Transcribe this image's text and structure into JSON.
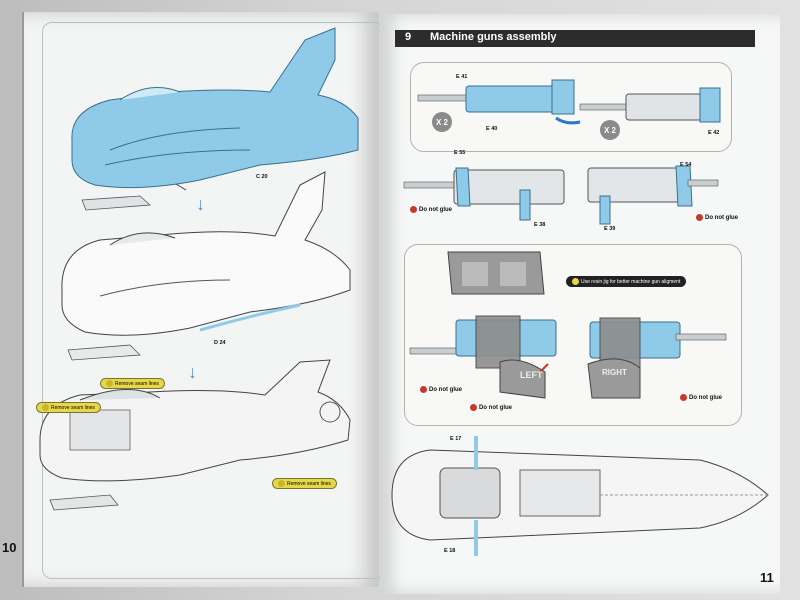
{
  "right_page": {
    "step_number": "9",
    "title": "Machine guns assembly",
    "page_number": "11",
    "multiplier_1": "X 2",
    "multiplier_2": "X 2",
    "parts": {
      "e41": "E 41",
      "e40": "E 40",
      "e42": "E 42",
      "e55": "E 55",
      "e38": "E 38",
      "e54": "E 54",
      "e39": "E 39",
      "e17": "E 17",
      "e18": "E 18"
    },
    "notes": {
      "do_not_glue_1": "Do not glue",
      "do_not_glue_2": "Do not glue",
      "do_not_glue_3": "Do not glue",
      "do_not_glue_4": "Do not glue",
      "do_not_glue_5": "Do not glue",
      "jig_note": "Use resin jig for better machine gun aligment",
      "left_marker": "LEFT",
      "right_marker": "RIGHT"
    }
  },
  "left_page": {
    "page_number": "10",
    "parts": {
      "c20": "C 20",
      "d24": "D 24"
    },
    "notes": {
      "remove_seam_1": "Remove seam lines",
      "remove_seam_2": "Remove seam lines",
      "remove_seam_3": "Remove seam lines"
    }
  },
  "colors": {
    "highlight_blue": "#8fcbe8",
    "header_black": "#2c2c2c",
    "warning_red": "#c43b2b",
    "pill_yellow": "#e6d84a"
  }
}
